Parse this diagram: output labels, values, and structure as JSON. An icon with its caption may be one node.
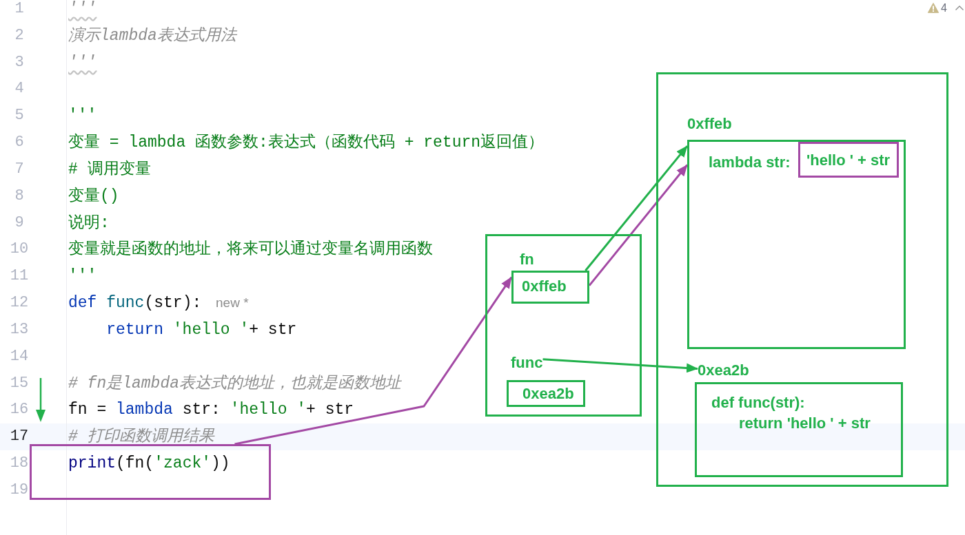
{
  "diagram": {
    "nodes": [
      {
        "text": [],
        "shape": "box"
      },
      {
        "text": [
          "fn",
          "0xffeb"
        ],
        "in": 0
      },
      {
        "text": [
          "func"
        ],
        "in": 0
      },
      {
        "text": [
          "0xea2b"
        ],
        "in": 0
      },
      {
        "text": [],
        "shape": "box"
      },
      {
        "text": [
          "0xffeb",
          "lambda str:"
        ],
        "in": 4
      },
      {
        "text": [
          "'hello ' + str"
        ],
        "in": 5
      },
      {
        "text": [
          "0xea2b"
        ],
        "in": 4
      },
      {
        "text": [
          "def func(str):",
          "return 'hello ' + str"
        ],
        "in": 4
      },
      {
        "text": [
          "print(fn('zack'))"
        ]
      }
    ],
    "edges": [
      {
        "from": 9,
        "to": 1,
        "arrow": "to",
        "color": "#a349a4"
      },
      {
        "from": 1,
        "to": 5,
        "arrow": "to",
        "color": "#22b14c"
      },
      {
        "from": 1,
        "to": 5,
        "arrow": "to",
        "color": "#a349a4"
      },
      {
        "from": 2,
        "to": 7,
        "arrow": "to",
        "color": "#22b14c"
      }
    ],
    "labels": [
      "1",
      "'''",
      "4",
      "2",
      "演示lambda表达式用法",
      "3",
      "'''",
      "4",
      "5",
      "'''",
      "6",
      "变量 = lambda 函数参数:表达式（函数代码 + return返回值）",
      "7",
      "# 调用变量",
      "8",
      "变量()",
      "9",
      "说明:",
      "10",
      "变量就是函数的地址，将来可以通过变量名调用函数",
      "11",
      "'''",
      "12",
      "def func(str):",
      "new *",
      "13",
      "return 'hello '+ str",
      "14",
      "15",
      "# fn是lambda表达式的地址，也就是函数地址",
      "16",
      "fn = lambda str: 'hello '+ str",
      "17",
      "# 打印函数调用结果",
      "18",
      "19"
    ]
  }
}
